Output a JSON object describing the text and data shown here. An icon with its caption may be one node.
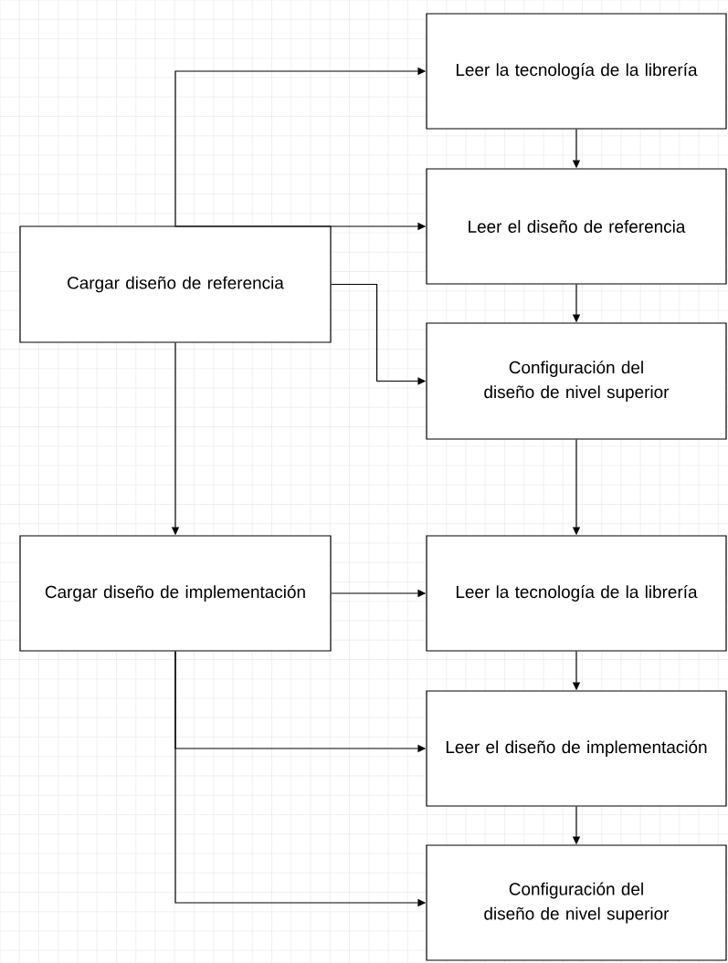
{
  "diagram": {
    "nodes": [
      {
        "text": [
          "Cargar diseño de referencia"
        ]
      },
      {
        "text": [
          "Leer la tecnología de la librería"
        ]
      },
      {
        "text": [
          "Leer el diseño de referencia"
        ]
      },
      {
        "text": [
          "Configuración del diseño de nivel superior"
        ]
      },
      {
        "text": [
          "Cargar diseño de implementación"
        ]
      },
      {
        "text": [
          "Leer la tecnología de la librería"
        ]
      },
      {
        "text": [
          "Leer el diseño de implementación"
        ]
      },
      {
        "text": [
          "Configuración del diseño de nivel superior"
        ]
      }
    ],
    "edges": [
      {
        "from": 0,
        "to": 1,
        "arrow": "to"
      },
      {
        "from": 0,
        "to": 2,
        "arrow": "to"
      },
      {
        "from": 0,
        "to": 3,
        "arrow": "to"
      },
      {
        "from": 1,
        "to": 2,
        "arrow": "to"
      },
      {
        "from": 2,
        "to": 3,
        "arrow": "to"
      },
      {
        "from": 0,
        "to": 4,
        "arrow": "to"
      },
      {
        "from": 3,
        "to": 5,
        "arrow": "to"
      },
      {
        "from": 4,
        "to": 5,
        "arrow": "to"
      },
      {
        "from": 5,
        "to": 6,
        "arrow": "to"
      },
      {
        "from": 6,
        "to": 7,
        "arrow": "to"
      },
      {
        "from": 4,
        "to": 6,
        "arrow": "to"
      },
      {
        "from": 4,
        "to": 7,
        "arrow": "to"
      }
    ]
  }
}
